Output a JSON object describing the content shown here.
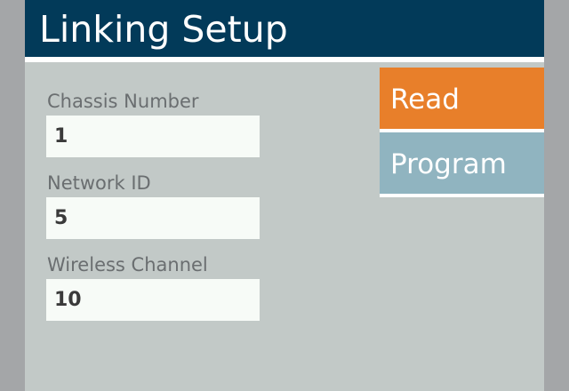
{
  "header": {
    "title": "Linking Setup"
  },
  "fields": [
    {
      "label": "Chassis Number",
      "value": "1"
    },
    {
      "label": "Network ID",
      "value": "5"
    },
    {
      "label": "Wireless Channel",
      "value": "10"
    }
  ],
  "actions": {
    "read_label": "Read",
    "program_label": "Program"
  },
  "colors": {
    "header_bg": "#023a59",
    "panel_bg": "#c2c9c7",
    "read_button": "#e87f2a",
    "program_button": "#90b4c0",
    "input_bg": "#f7fbf7"
  }
}
